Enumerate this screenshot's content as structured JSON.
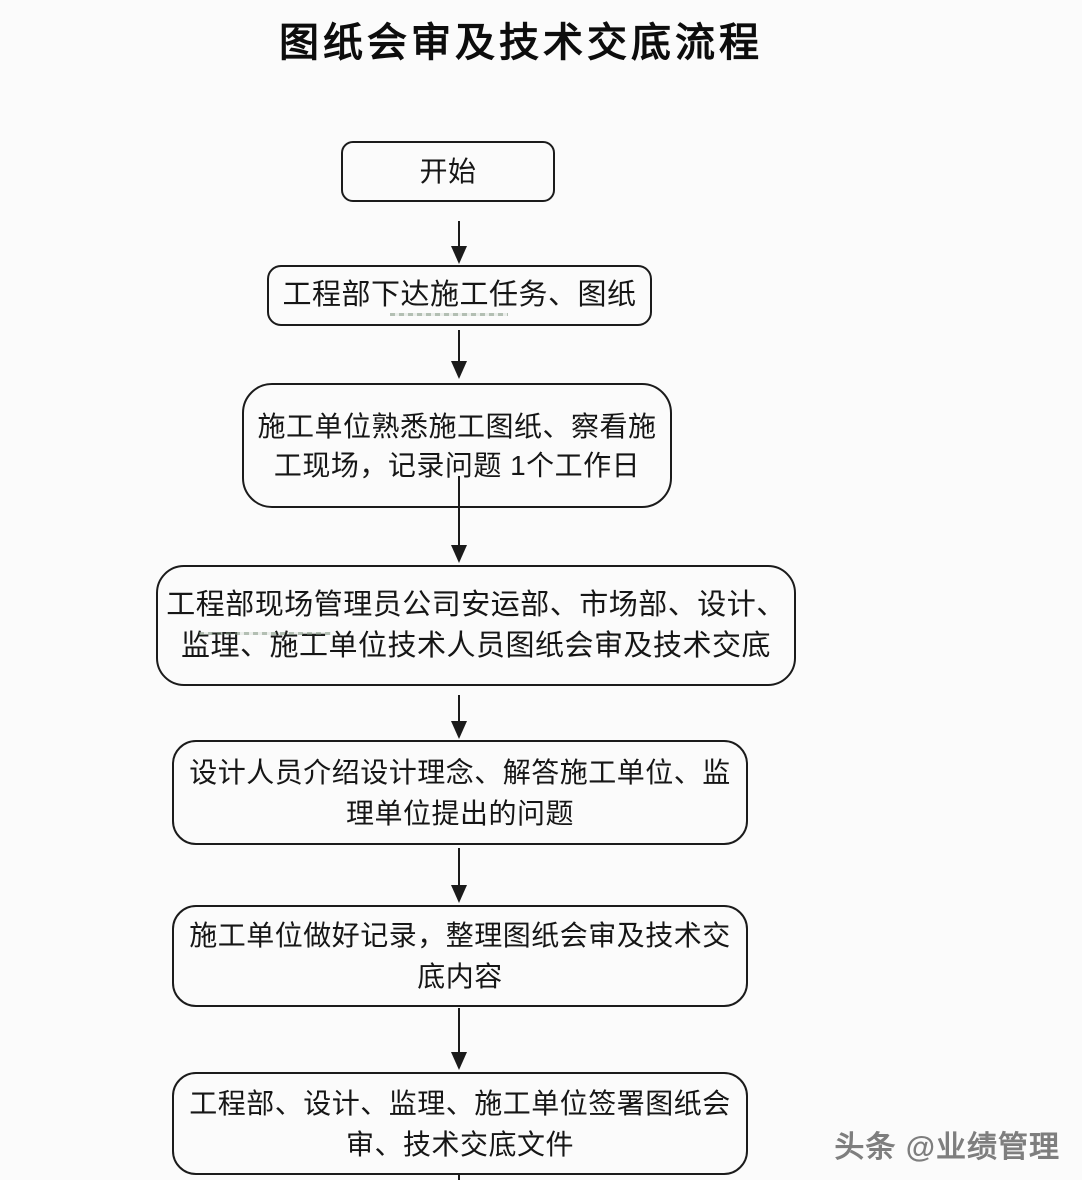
{
  "title": "图纸会审及技术交底流程",
  "watermark": "头条 @业绩管理",
  "diagram": {
    "type": "flowchart",
    "direction": "top-down",
    "nodes": [
      {
        "name": "start",
        "lines": [
          "开始"
        ]
      },
      {
        "name": "issue-task",
        "lines": [
          "工程部下达施工任务、图纸"
        ]
      },
      {
        "name": "familiarize",
        "lines": [
          "施工单位熟悉施工图纸、察看施",
          "工现场，记录问题 1个工作日"
        ]
      },
      {
        "name": "joint-review",
        "lines": [
          "工程部现场管理员公司安运部、市场部、设计、",
          "监理、施工单位技术人员图纸会审及技术交底"
        ]
      },
      {
        "name": "design-explain",
        "lines": [
          "设计人员介绍设计理念、解答施工单位、监",
          "理单位提出的问题"
        ]
      },
      {
        "name": "record-content",
        "lines": [
          "施工单位做好记录，整理图纸会审及技术交",
          "底内容"
        ]
      },
      {
        "name": "sign-documents",
        "lines": [
          "工程部、设计、监理、施工单位签署图纸会",
          "审、技术交底文件"
        ]
      }
    ],
    "duration_note": "1个工作日",
    "colors": {
      "background": "#fbfbfb",
      "node_border": "#1b1b1b",
      "text": "#141414",
      "watermark": "#7e7e7e"
    }
  }
}
